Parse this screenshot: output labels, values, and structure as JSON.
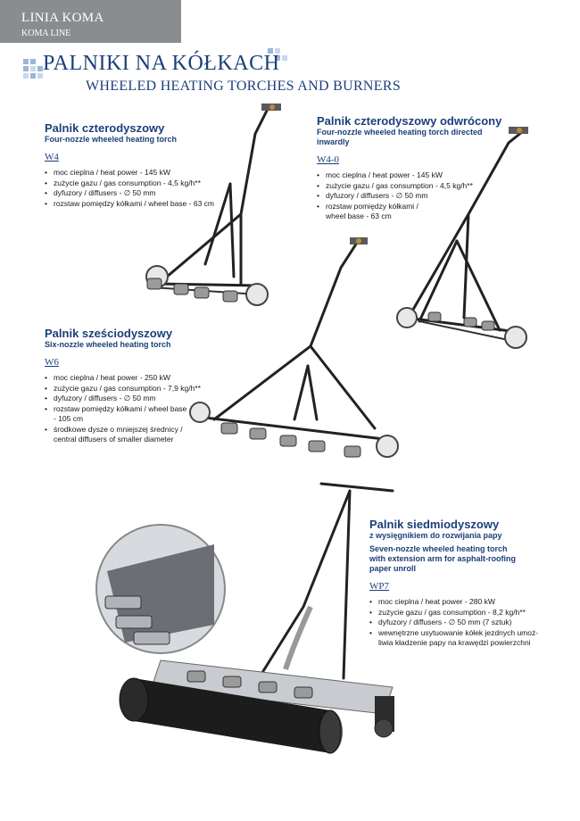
{
  "header": {
    "line_pl": "LINIA KOMA",
    "line_en": "KOMA LINE",
    "title": "PALNIKI NA KÓŁKACH",
    "subtitle": "WHEELED HEATING TORCHES AND BURNERS"
  },
  "products": {
    "w4": {
      "name_pl": "Palnik czterodyszowy",
      "name_en": "Four-nozzle wheeled heating torch",
      "code": "W4",
      "specs": [
        "moc cieplna / heat power - 145 kW",
        "zużycie gazu / gas consumption - 4,5 kg/h**",
        "dyfuzory / diffusers - ∅ 50 mm",
        "rozstaw pomiędzy kółkami / wheel base - 63 cm"
      ]
    },
    "w40": {
      "name_pl": "Palnik czterodyszowy odwrócony",
      "name_en_1": "Four-nozzle wheeled heating torch directed",
      "name_en_2": "inwardly",
      "code": "W4-0",
      "specs": [
        "moc cieplna / heat power - 145 kW",
        "zużycie gazu / gas consumption - 4,5 kg/h**",
        "dyfuzory / diffusers - ∅ 50 mm",
        "rozstaw pomiędzy kółkami /",
        "wheel base - 63 cm"
      ]
    },
    "w6": {
      "name_pl": "Palnik sześciodyszowy",
      "name_en": "Six-nozzle wheeled heating torch",
      "code": "W6",
      "specs": [
        "moc cieplna / heat power - 250 kW",
        "zużycie gazu / gas consumption - 7,9 kg/h**",
        "dyfuzory / diffusers - ∅ 50 mm",
        "rozstaw pomiędzy kółkami / wheel base",
        "- 105 cm",
        "środkowe dysze o mniejszej średnicy /",
        "central diffusers of smaller diameter"
      ]
    },
    "wp7": {
      "name_pl": "Palnik siedmiodyszowy",
      "name_pl_sub": "z wysięgnikiem do rozwijania papy",
      "name_en_1": "Seven-nozzle wheeled heating torch",
      "name_en_2": "with extension arm for asphalt-roofing",
      "name_en_3": "paper unroll",
      "code": "WP7",
      "specs": [
        "moc cieplna / heat power - 280 kW",
        "zużycie gazu / gas consumption - 8,2 kg/h**",
        "dyfuzory / diffusers - ∅ 50 mm (7 sztuk)",
        "wewnętrzne usytuowanie kółek jezdnych umoż-",
        "liwia kładzenie papy na krawędzi powierzchni"
      ]
    }
  },
  "colors": {
    "accent": "#1b3f7a",
    "tab": "#8a8d90",
    "deco": "#9bb6d8"
  }
}
